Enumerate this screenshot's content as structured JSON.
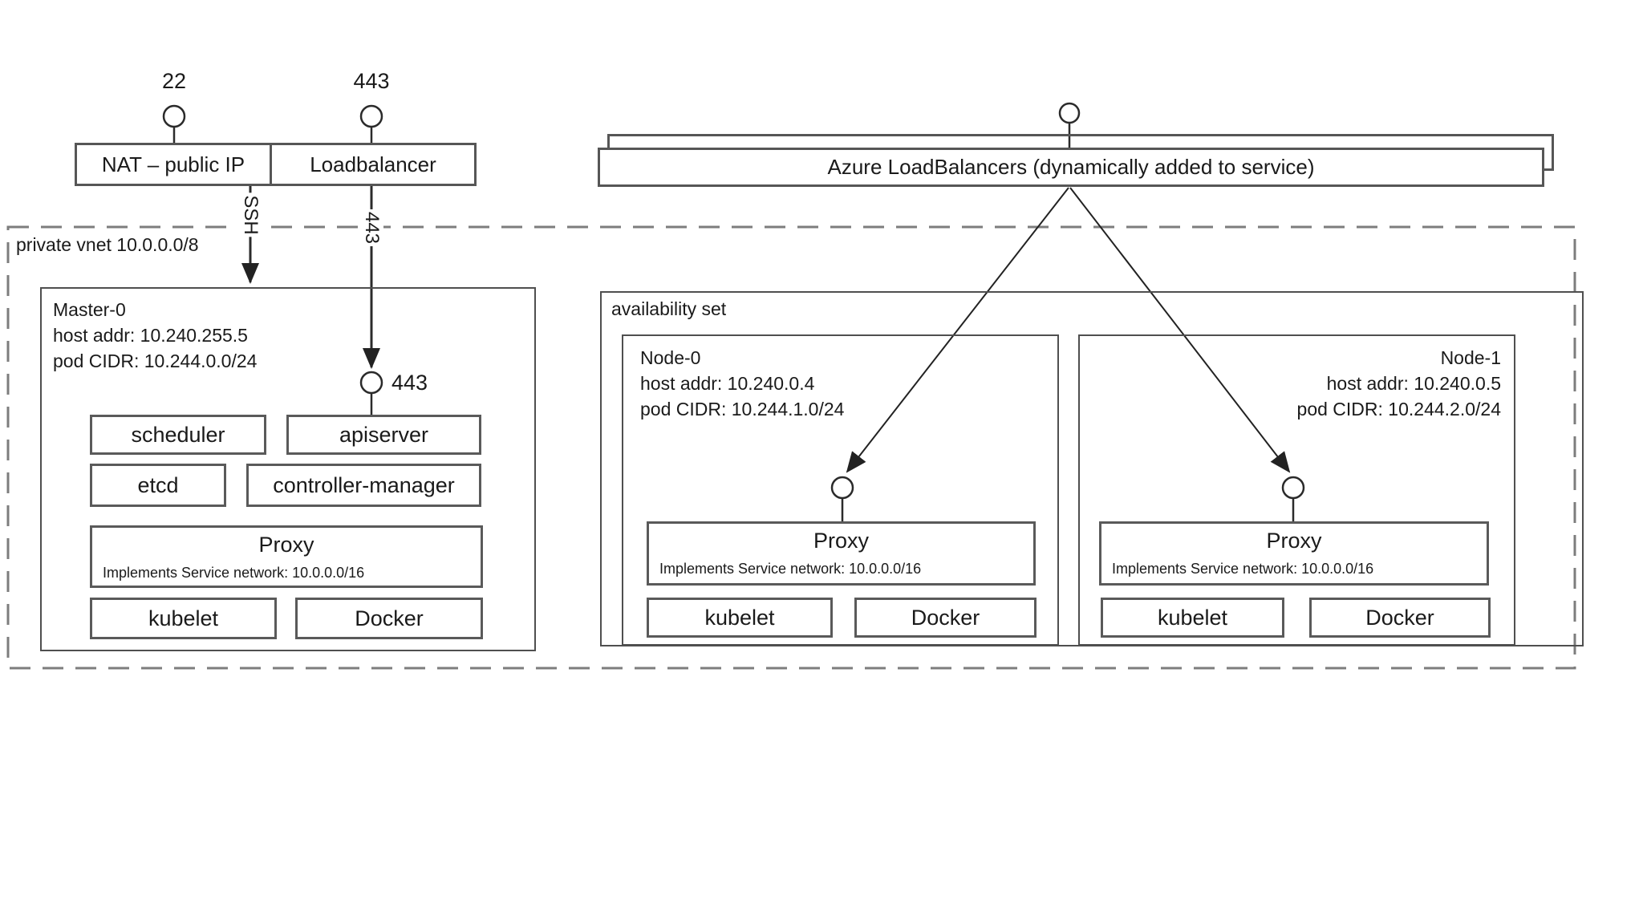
{
  "gateway": {
    "ssh_port": "22",
    "https_port": "443",
    "nat_label": "NAT – public IP",
    "lb_label": "Loadbalancer",
    "ssh_arrow_label": "SSH",
    "https_arrow_label": "443"
  },
  "azure_lb": {
    "label": "Azure LoadBalancers (dynamically added to service)"
  },
  "vnet": {
    "label": "private vnet 10.0.0.0/8"
  },
  "master": {
    "title": "Master-0",
    "host": "host addr: 10.240.255.5",
    "cidr": "pod CIDR: 10.244.0.0/24",
    "api_port": "443",
    "components": {
      "scheduler": "scheduler",
      "apiserver": "apiserver",
      "etcd": "etcd",
      "controller_manager": "controller-manager",
      "proxy": "Proxy",
      "proxy_note": "Implements Service network: 10.0.0.0/16",
      "kubelet": "kubelet",
      "docker": "Docker"
    }
  },
  "availability_set": {
    "label": "availability set",
    "nodes": [
      {
        "title": "Node-0",
        "host": "host addr: 10.240.0.4",
        "cidr": "pod CIDR: 10.244.1.0/24",
        "proxy": "Proxy",
        "proxy_note": "Implements Service network: 10.0.0.0/16",
        "kubelet": "kubelet",
        "docker": "Docker"
      },
      {
        "title": "Node-1",
        "host": "host addr: 10.240.0.5",
        "cidr": "pod CIDR: 10.244.2.0/24",
        "proxy": "Proxy",
        "proxy_note": "Implements Service network: 10.0.0.0/16",
        "kubelet": "kubelet",
        "docker": "Docker"
      }
    ]
  }
}
